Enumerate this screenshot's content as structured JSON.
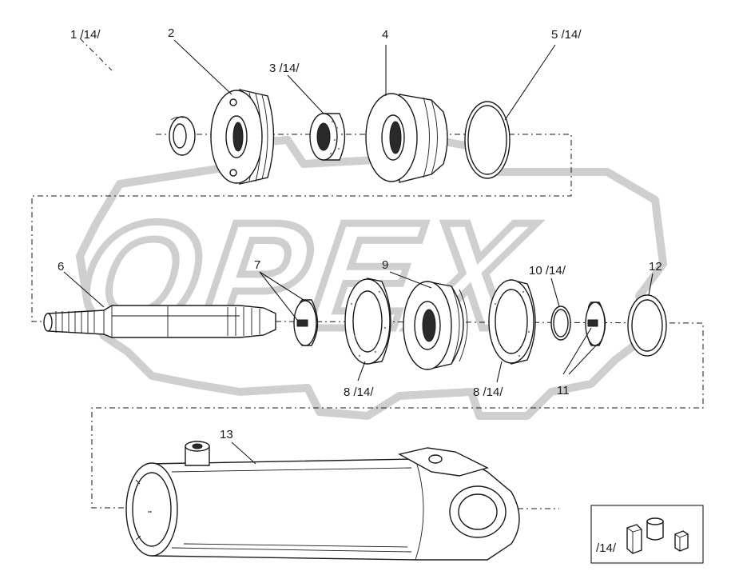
{
  "watermark": {
    "text": "OPEX"
  },
  "labels": [
    {
      "id": "1",
      "text": "1 /14/"
    },
    {
      "id": "2",
      "text": "2"
    },
    {
      "id": "3",
      "text": "3 /14/"
    },
    {
      "id": "4",
      "text": "4"
    },
    {
      "id": "5",
      "text": "5 /14/"
    },
    {
      "id": "6",
      "text": "6"
    },
    {
      "id": "7",
      "text": "7"
    },
    {
      "id": "9",
      "text": "9"
    },
    {
      "id": "10",
      "text": "10 /14/"
    },
    {
      "id": "12",
      "text": "12"
    },
    {
      "id": "8a",
      "text": "8 /14/"
    },
    {
      "id": "8b",
      "text": "8 /14/"
    },
    {
      "id": "11",
      "text": "11"
    },
    {
      "id": "13",
      "text": "13"
    }
  ],
  "kit_box": {
    "label": "/14/"
  }
}
